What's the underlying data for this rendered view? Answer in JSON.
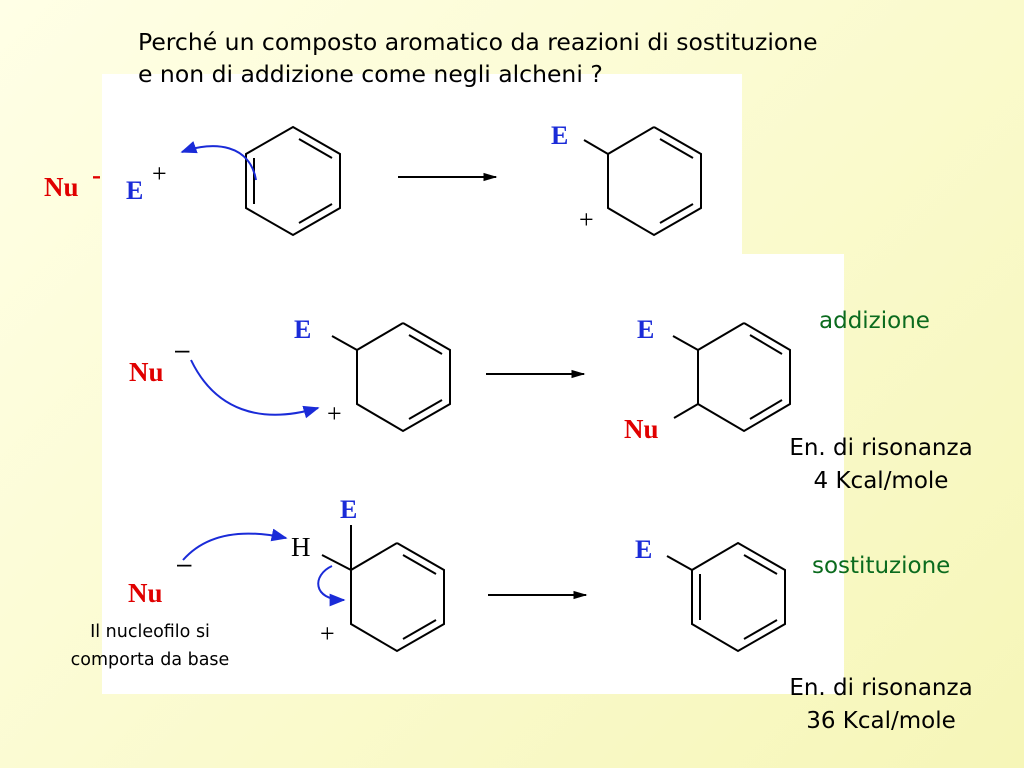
{
  "title_line1": "Perché un composto aromatico da reazioni di sostituzione",
  "title_line2": "e non di addizione come negli alcheni ?",
  "labels": {
    "nu": "Nu",
    "e": "E",
    "h": "H",
    "minus": "-",
    "minus_dash": "–",
    "plus": "+"
  },
  "addizione": "addizione",
  "sostituzione": "sostituzione",
  "addizione_energy_l1": "En. di risonanza",
  "addizione_energy_l2": "4 Kcal/mole",
  "sostituzione_energy_l1": "En. di risonanza",
  "sostituzione_energy_l2": "36 Kcal/mole",
  "note_l1": "Il nucleofilo si",
  "note_l2": "comporta da base",
  "colors": {
    "nucleophile": "#e00000",
    "electrophile": "#1a2bd8",
    "label_green": "#0b6b1e",
    "curved_arrow": "#1a2bd8"
  }
}
